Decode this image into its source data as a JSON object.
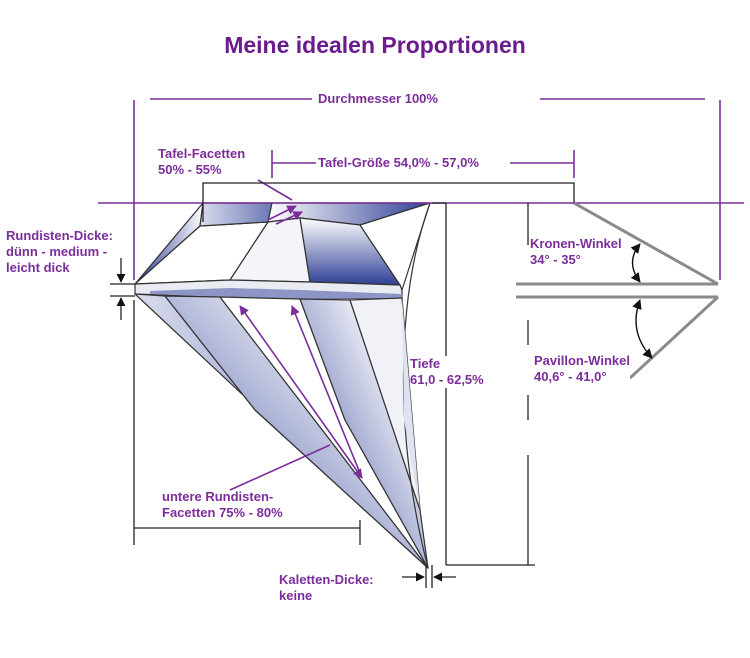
{
  "title": "Meine idealen Proportionen",
  "labels": {
    "diameter": "Durchmesser 100%",
    "table_facets_line1": "Tafel-Facetten",
    "table_facets_line2": "50% - 55%",
    "table_size": "Tafel-Größe 54,0% - 57,0%",
    "girdle_line1": "Rundisten-Dicke:",
    "girdle_line2": "dünn - medium -",
    "girdle_line3": "leicht dick",
    "crown_angle_line1": "Kronen-Winkel",
    "crown_angle_line2": "34° - 35°",
    "depth_line1": "Tiefe",
    "depth_line2": "61,0 - 62,5%",
    "pavilion_angle_line1": "Pavillon-Winkel",
    "pavilion_angle_line2": "40,6° - 41,0°",
    "lower_girdle_line1": "untere Rundisten-",
    "lower_girdle_line2": "Facetten 75% - 80%",
    "culet_line1": "Kaletten-Dicke:",
    "culet_line2": "keine"
  },
  "colors": {
    "accent": "#7b2d9a",
    "title": "#6a1b8c",
    "facet_blue": "#2e3f95",
    "outline": "#333333",
    "dimension_line": "#222222"
  }
}
